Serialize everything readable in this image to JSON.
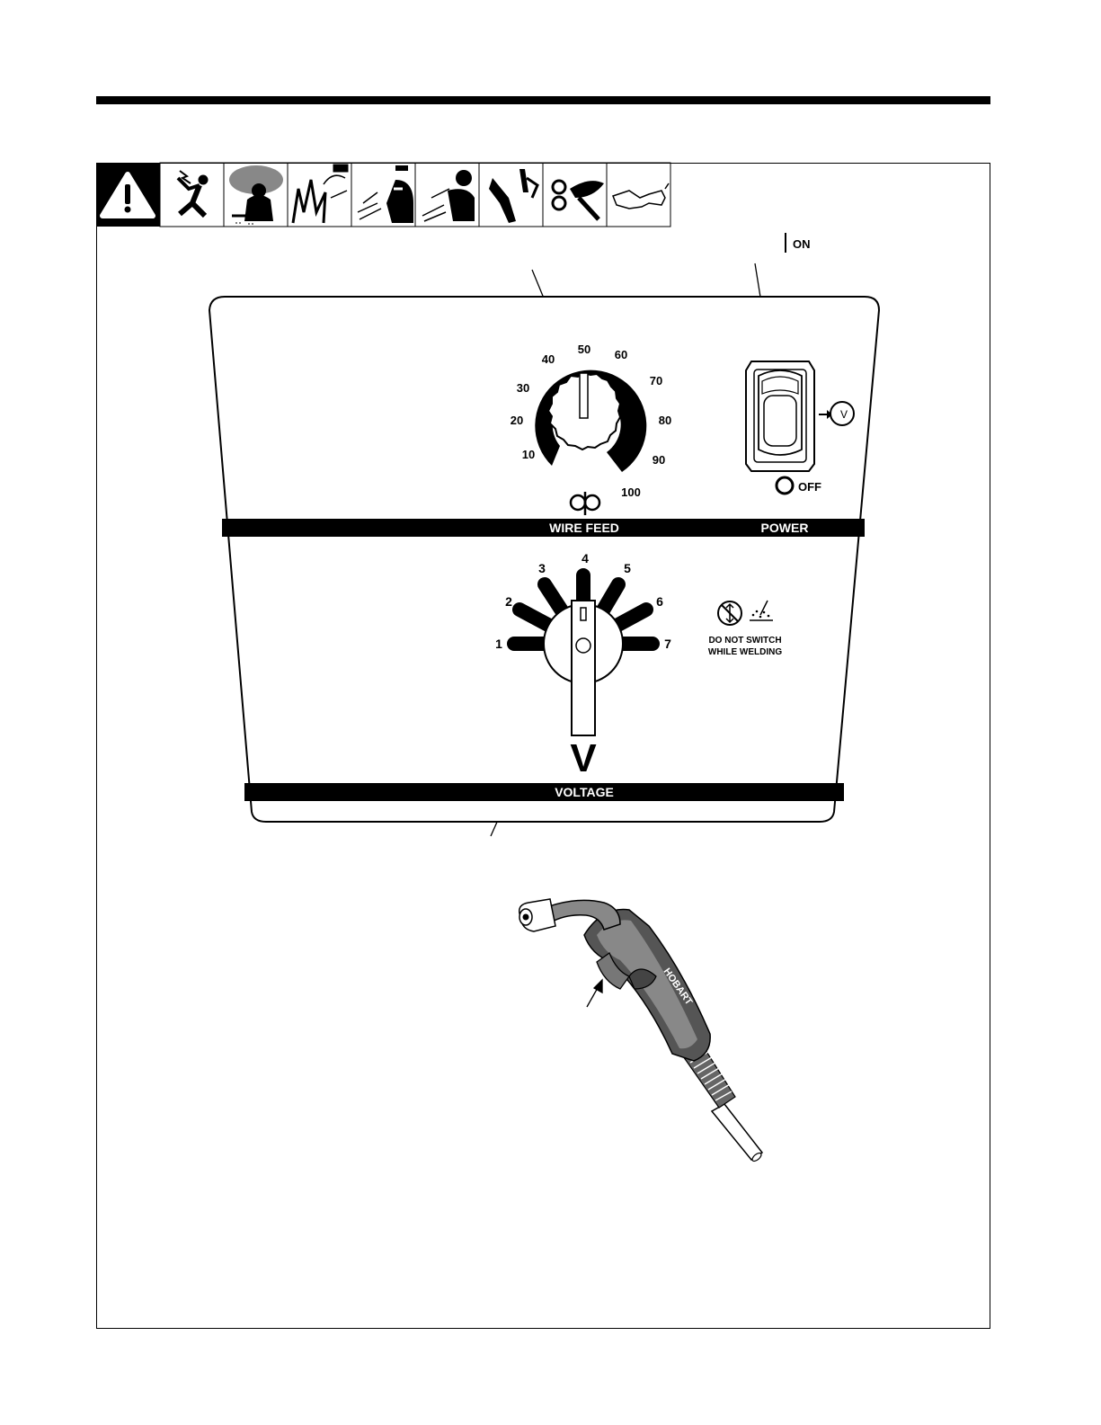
{
  "safety_icons": [
    "warning-triangle-icon",
    "electric-shock-icon",
    "fumes-icon",
    "explosion-sparks-icon",
    "arc-rays-helmet-icon",
    "hot-metal-burn-icon",
    "hot-parts-glove-icon",
    "moving-rollers-icon",
    "safety-glasses-icon"
  ],
  "wire_feed": {
    "label": "WIRE FEED",
    "scale": [
      "10",
      "20",
      "30",
      "40",
      "50",
      "60",
      "70",
      "80",
      "90",
      "100"
    ]
  },
  "power": {
    "label": "POWER",
    "on": "ON",
    "off": "OFF",
    "v_symbol": "V"
  },
  "voltage": {
    "label": "VOLTAGE",
    "symbol": "V",
    "taps": [
      "1",
      "2",
      "3",
      "4",
      "5",
      "6",
      "7"
    ],
    "caution_line1": "DO NOT SWITCH",
    "caution_line2": "WHILE WELDING"
  },
  "gun": {
    "brand": "HOBART"
  }
}
